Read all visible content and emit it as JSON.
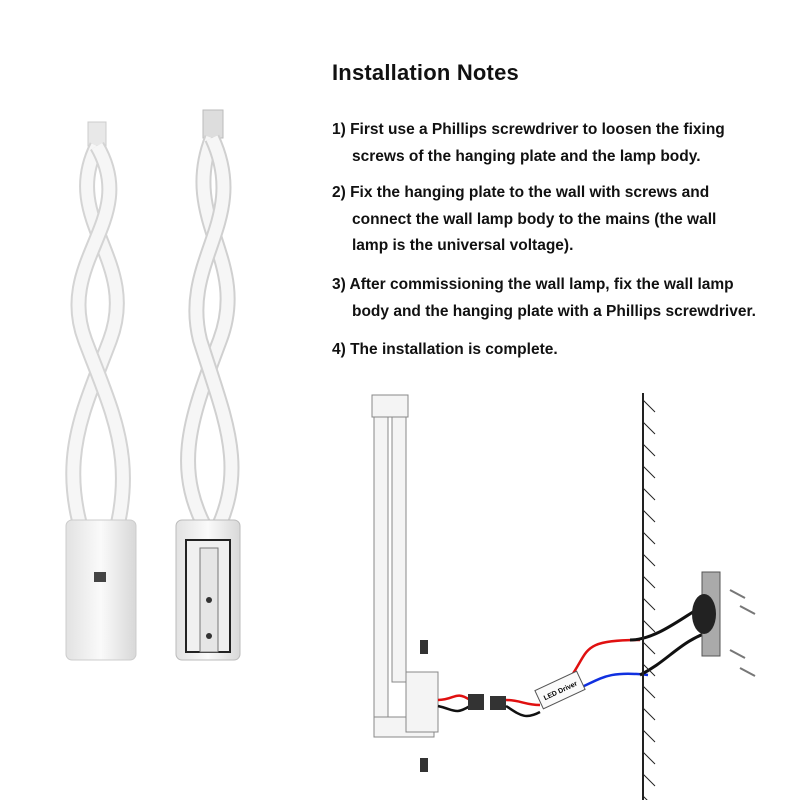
{
  "title": "Installation Notes",
  "notes": [
    {
      "lines": [
        "1) First use a Phillips screwdriver to loosen the fixing",
        "screws of the hanging plate and the lamp body."
      ]
    },
    {
      "lines": [
        "2) Fix the hanging plate to the wall with screws and",
        "connect the wall lamp body to the mains (the wall",
        "lamp is the universal voltage)."
      ]
    },
    {
      "lines": [
        "3) After commissioning the wall lamp, fix the wall lamp",
        "body and the hanging plate with a Phillips screwdriver."
      ]
    },
    {
      "lines": [
        "4) The installation is complete."
      ]
    }
  ],
  "diagram": {
    "driver_label": "LED Driver"
  },
  "colors": {
    "live_wire": "#e01010",
    "neutral_wire": "#1030e0",
    "lamp": "#f2f2f2"
  }
}
